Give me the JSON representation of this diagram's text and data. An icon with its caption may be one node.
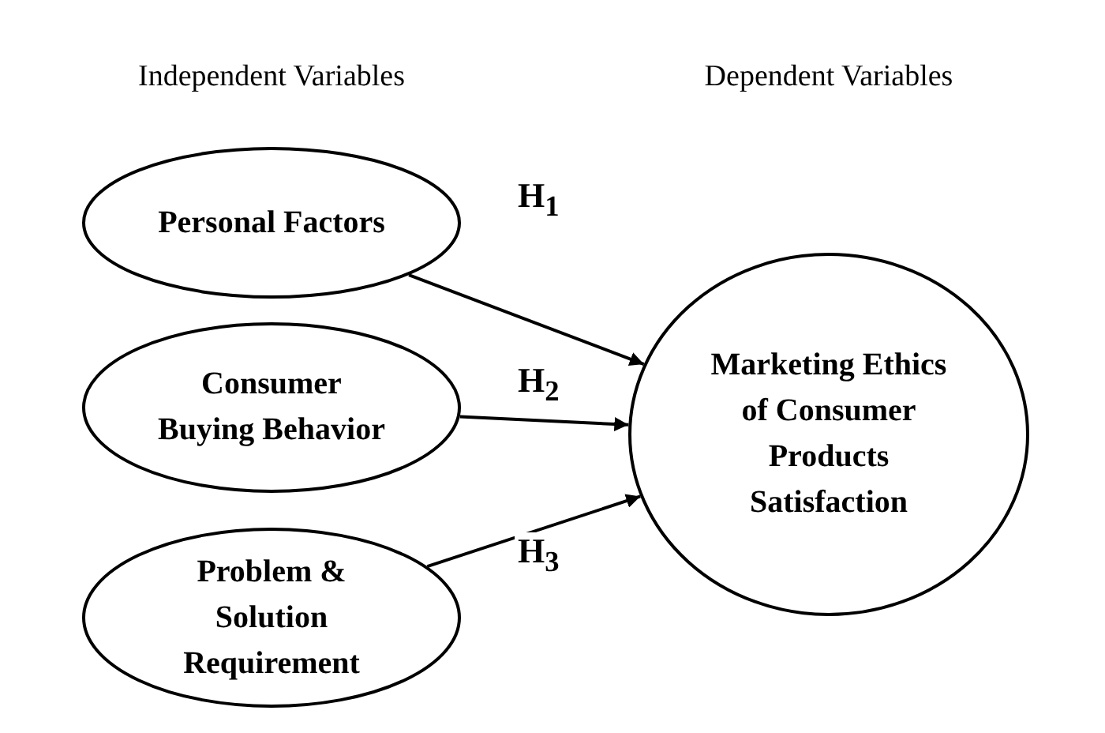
{
  "diagram": {
    "nodes": [
      {
        "text": [
          "Personal Factors"
        ]
      },
      {
        "text": [
          "Consumer Buying Behavior"
        ]
      },
      {
        "text": [
          "Problem & Solution Requirement"
        ]
      },
      {
        "text": [
          "Marketing Ethics of Consumer Products Satisfaction"
        ]
      }
    ],
    "edges": [
      {
        "from": 0,
        "to": 3,
        "arrow": "to",
        "label": "H$_{1}$"
      },
      {
        "from": 1,
        "to": 3,
        "arrow": "to",
        "label": "H$_{2}$"
      },
      {
        "from": 2,
        "to": 3,
        "arrow": "to",
        "label": "H$_{3}$"
      }
    ],
    "labels": [
      "Independent Variables",
      "Dependent Variables"
    ]
  }
}
